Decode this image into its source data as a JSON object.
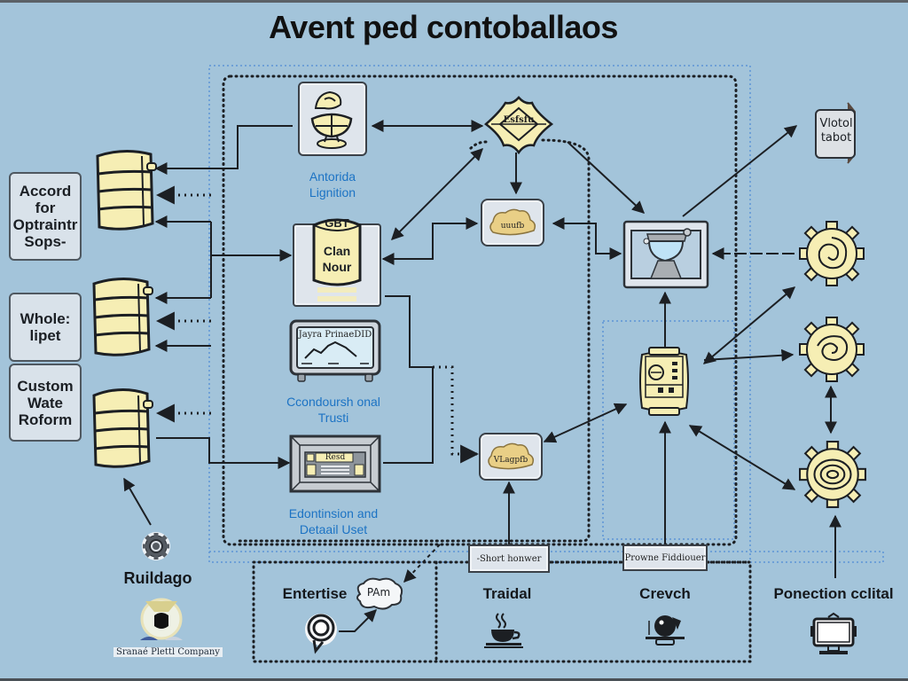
{
  "title": "Avent ped contoballaos",
  "left_panels": [
    {
      "label": "Accord for Optraintr Sops-"
    },
    {
      "label": "Whole: lipet"
    },
    {
      "label": "Custom Wate Roform"
    }
  ],
  "bottom_left": {
    "label": "Ruildago",
    "company": "Sranaé Plettl Company"
  },
  "center_nodes": {
    "ignition": {
      "label_line1": "Antorida",
      "label_line2": "Lignition"
    },
    "cylinder": {
      "top": "GBT",
      "line1": "Clan",
      "line2": "Nour"
    },
    "monitor": {
      "screen_text": "Jayra PrinaeDID",
      "label_line1": "Ccondoursh onal",
      "label_line2": "Trusti"
    },
    "device": {
      "screen_text": "Resd",
      "label_line1": "Edontinsion and",
      "label_line2": "Detaail Uset"
    }
  },
  "hub_nodes": {
    "star_badge": "Esfsfu",
    "top_hat": "uuufb",
    "bottom_hat": "VLagpfb"
  },
  "right_nodes": {
    "tag": {
      "line1": "Vlotol",
      "line2": "tabot"
    }
  },
  "connector_boxes": [
    {
      "label": "-Short honwer"
    },
    {
      "label": "Prowne Fiddiouer"
    }
  ],
  "bottom_sections": [
    {
      "label": "Entertise",
      "bubble": "PAm",
      "icon": "person-icon"
    },
    {
      "label": "Traidal",
      "icon": "coffee-cup-icon"
    },
    {
      "label": "Crevch",
      "icon": "character-stand-icon"
    },
    {
      "label": "Ponection cclital",
      "icon": "computer-monitor-icon"
    }
  ],
  "colors": {
    "background": "#a3c4da",
    "icon_fill": "#f6eeb4",
    "box_fill": "#dfe5ec",
    "outline": "#2d3238",
    "label_blue": "#1c73c4",
    "guide_blue": "#5d93d6"
  }
}
